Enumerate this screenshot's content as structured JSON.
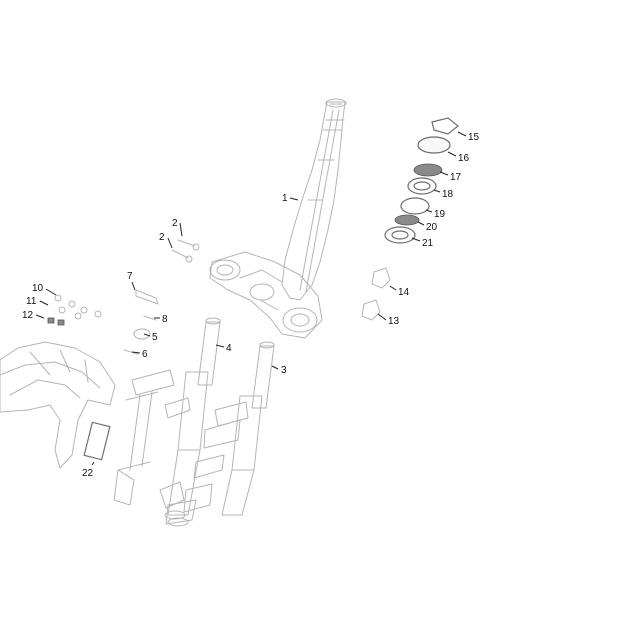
{
  "callouts": [
    {
      "id": "1",
      "label": "1"
    },
    {
      "id": "2a",
      "label": "2"
    },
    {
      "id": "2b",
      "label": "2"
    },
    {
      "id": "3",
      "label": "3"
    },
    {
      "id": "4",
      "label": "4"
    },
    {
      "id": "5",
      "label": "5"
    },
    {
      "id": "6",
      "label": "6"
    },
    {
      "id": "7",
      "label": "7"
    },
    {
      "id": "8",
      "label": "8"
    },
    {
      "id": "10",
      "label": "10"
    },
    {
      "id": "11",
      "label": "11"
    },
    {
      "id": "12",
      "label": "12"
    },
    {
      "id": "13",
      "label": "13"
    },
    {
      "id": "14",
      "label": "14"
    },
    {
      "id": "15",
      "label": "15"
    },
    {
      "id": "16",
      "label": "16"
    },
    {
      "id": "17",
      "label": "17"
    },
    {
      "id": "18",
      "label": "18"
    },
    {
      "id": "19",
      "label": "19"
    },
    {
      "id": "20",
      "label": "20"
    },
    {
      "id": "21",
      "label": "21"
    },
    {
      "id": "22",
      "label": "22"
    }
  ]
}
